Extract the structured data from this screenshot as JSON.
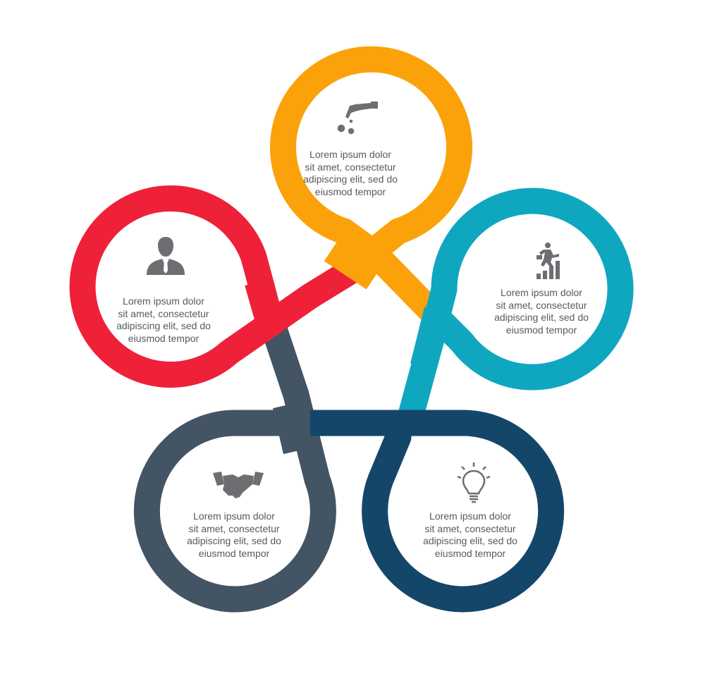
{
  "nodes": [
    {
      "id": "orange",
      "color": "#FBA20A",
      "icon": "hand-gears-icon",
      "lines": [
        "Lorem ipsum dolor",
        "sit amet, consectetur",
        "adipiscing elit, sed do",
        "eiusmod tempor"
      ]
    },
    {
      "id": "teal",
      "color": "#0FA7C0",
      "icon": "businessman-climbing-chart-icon",
      "lines": [
        "Lorem ipsum dolor",
        "sit amet, consectetur",
        "adipiscing elit, sed do",
        "eiusmod tempor"
      ]
    },
    {
      "id": "navy",
      "color": "#14466A",
      "icon": "lightbulb-icon",
      "lines": [
        "Lorem ipsum dolor",
        "sit amet, consectetur",
        "adipiscing elit, sed do",
        "eiusmod tempor"
      ]
    },
    {
      "id": "slate",
      "color": "#435464",
      "icon": "handshake-icon",
      "lines": [
        "Lorem ipsum dolor",
        "sit amet, consectetur",
        "adipiscing elit, sed do",
        "eiusmod tempor"
      ]
    },
    {
      "id": "red",
      "color": "#EE2139",
      "icon": "businessman-icon",
      "lines": [
        "Lorem ipsum dolor",
        "sit amet, consectetur",
        "adipiscing elit, sed do",
        "eiusmod tempor"
      ]
    }
  ],
  "icon_color": "#6d6e71"
}
